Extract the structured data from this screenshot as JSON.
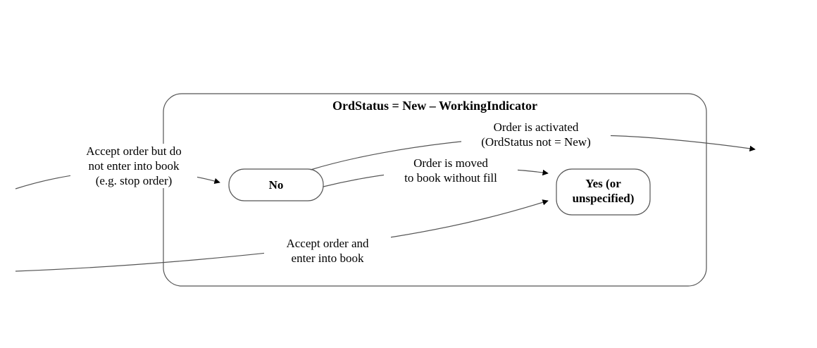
{
  "diagram": {
    "title": "OrdStatus = New – WorkingIndicator",
    "container_label": "OrdStatus = New – WorkingIndicator",
    "states": [
      {
        "id": "no",
        "label": "No"
      },
      {
        "id": "yes",
        "label": "Yes (or\nunspecified)"
      }
    ],
    "transitions": [
      {
        "id": "accept-not-in-book",
        "label": "Accept order but do\nnot enter into book\n(e.g. stop order)",
        "from": "external",
        "to": "no"
      },
      {
        "id": "order-moved-to-book",
        "label": "Order is moved\nto book without fill",
        "from": "no",
        "to": "yes"
      },
      {
        "id": "order-activated",
        "label": "Order is activated\n(OrdStatus not = New)",
        "from": "no",
        "to": "external"
      },
      {
        "id": "accept-enter-book",
        "label": "Accept order and\nenter into book",
        "from": "external",
        "to": "yes"
      }
    ],
    "colors": {
      "stroke": "#555555",
      "text": "#000000",
      "background": "#ffffff",
      "arrowhead": "#000000"
    }
  }
}
